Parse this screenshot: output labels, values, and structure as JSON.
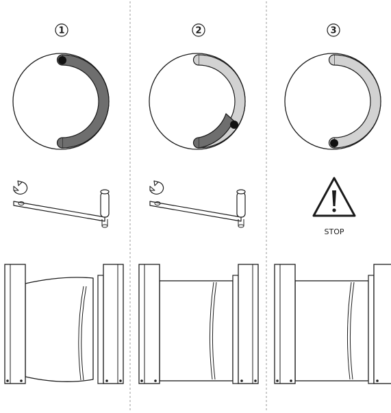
{
  "steps": [
    {
      "number": "1",
      "indicator_fill": "dark",
      "action": "turn-crank"
    },
    {
      "number": "2",
      "indicator_fill": "partial",
      "action": "turn-crank"
    },
    {
      "number": "3",
      "indicator_fill": "complete",
      "action": "stop"
    }
  ],
  "stop_text": "STOP",
  "colors": {
    "line": "#1a1a1a",
    "arc_dark": "#6e6e6e",
    "arc_light": "#d2d2d2",
    "divider": "#9a9a9a",
    "background": "#ffffff"
  }
}
